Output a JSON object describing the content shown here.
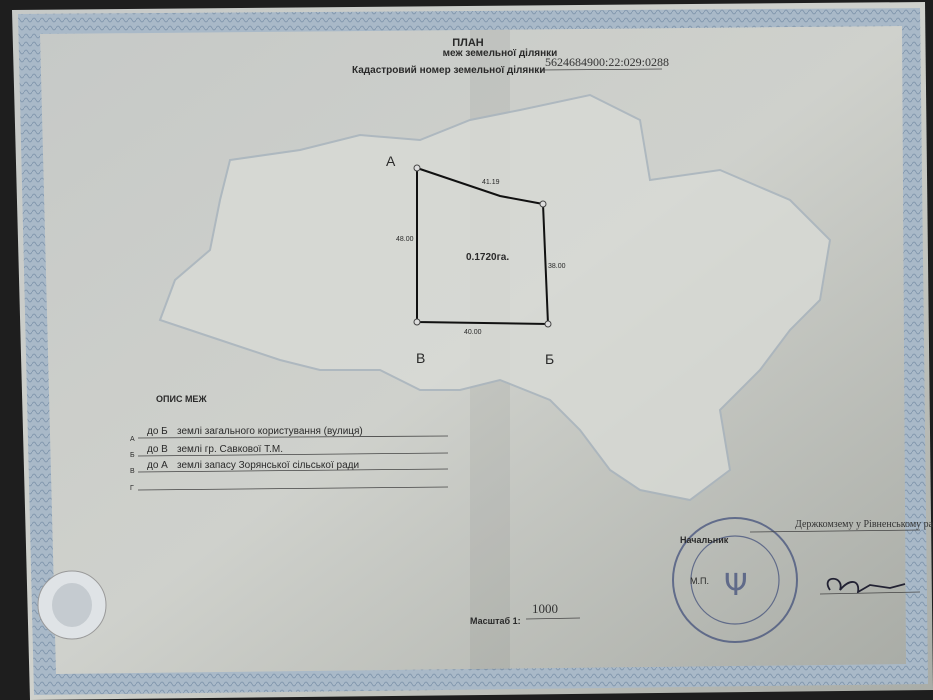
{
  "header": {
    "title": "ПЛАН",
    "subtitle": "меж земельної ділянки",
    "cadastral_label": "Кадастровий номер земельної ділянки",
    "cadastral_number": "5624684900:22:029:0288"
  },
  "plot": {
    "area": "0.1720га.",
    "points": [
      "А",
      "Б",
      "В"
    ],
    "sides": {
      "a_b": "41.19",
      "b_v": "40.00",
      "v_a": "48.00",
      "b_right": "38.00"
    }
  },
  "boundaries": {
    "title": "ОПИС МЕЖ",
    "rows": [
      {
        "from": "А",
        "to": "до Б",
        "desc": "землі загального користування (вулиця)"
      },
      {
        "from": "Б",
        "to": "до В",
        "desc": "землі гр. Савкової Т.М."
      },
      {
        "from": "В",
        "to": "до А",
        "desc": "землі запасу Зорянської сільської ради"
      },
      {
        "from": "Г",
        "to": "",
        "desc": ""
      }
    ]
  },
  "scale": {
    "label": "Масштаб 1:",
    "value": "1000"
  },
  "signature": {
    "org_line": "Держкомзему у Рівненському рай",
    "position": "Начальник",
    "mp": "М.П."
  },
  "colors": {
    "paper": "#c9cbc6",
    "border": "#8fa4ba",
    "ink": "#222222"
  }
}
